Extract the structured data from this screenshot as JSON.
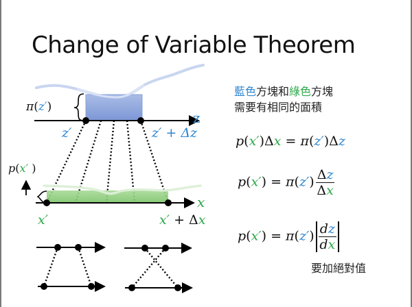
{
  "slide": {
    "title": "Change of Variable Theorem",
    "colors": {
      "blue": "#2e86d1",
      "green": "#2ea84a",
      "blue_box": "#8ea6dc",
      "green_box": "#8fcf7f"
    }
  },
  "diagram": {
    "top_axis": {
      "axis_label": "z",
      "left_label": "z′",
      "right_label": "z′ + Δz",
      "height_label": "π(z′)"
    },
    "bottom_axis": {
      "axis_label": "x",
      "left_label": "x′",
      "right_label": "x′ + Δx",
      "height_label": "p(x′ )"
    }
  },
  "text": {
    "line1_part1": "藍色",
    "line1_part2": "方塊和",
    "line1_part3": "綠色",
    "line1_part4": "方塊",
    "line2": "需要有相同的面積",
    "note": "要加絕對值"
  },
  "equations": {
    "eq1": {
      "p": "p(",
      "x": "x′",
      "close": ")Δ",
      "x2": "x",
      "eq": " = π(",
      "z": "z′",
      "close2": ")Δ",
      "z2": "z"
    },
    "eq2": {
      "lhs_p": "p(",
      "lhs_x": "x′",
      "lhs_close": ") = π(",
      "z": "z′",
      "close": ")",
      "num_delta": "Δ",
      "num_z": "z",
      "den_delta": "Δ",
      "den_x": "x"
    },
    "eq3": {
      "lhs_p": "p(",
      "lhs_x": "x′",
      "lhs_close": ") = π(",
      "z": "z′",
      "close": ")",
      "num_d": "d",
      "num_z": "z",
      "den_d": "d",
      "den_x": "x"
    }
  }
}
